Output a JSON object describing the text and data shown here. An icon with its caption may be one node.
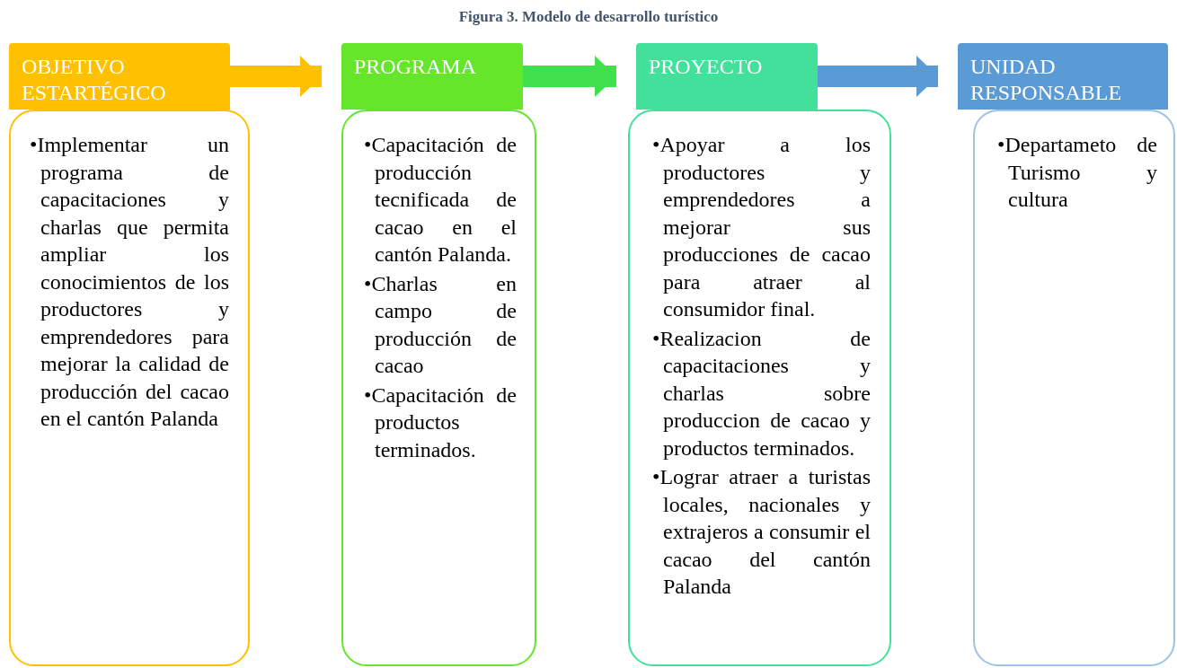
{
  "diagram": {
    "title": "Figura 3. Modelo de desarrollo turístico",
    "nodes": [
      {
        "text": [
          "OBJETIVO ESTARTÉGICO"
        ]
      },
      {
        "text": [
          "•Implementar un programa de capacitaciones y charlas que permita ampliar los conocimientos de los productores y emprendedores para mejorar la calidad de producción del cacao en el cantón Palanda"
        ]
      },
      {
        "text": [
          "PROGRAMA"
        ]
      },
      {
        "text": [
          "•Capacitación de producción tecnificada de cacao en el cantón Palanda.",
          "•Charlas en campo de producción de cacao",
          "•Capacitación de productos terminados."
        ]
      },
      {
        "text": [
          "PROYECTO"
        ]
      },
      {
        "text": [
          "•Apoyar a los productores y emprendedores a mejorar sus producciones de cacao para atraer al consumidor final.",
          "•Realizacion de capacitaciones y charlas sobre produccion de cacao y productos terminados.",
          "•Lograr atraer a turistas locales, nacionales y extrajeros a consumir el cacao del cantón Palanda"
        ]
      },
      {
        "text": [
          "UNIDAD RESPONSABLE"
        ]
      },
      {
        "text": [
          "•Departameto de Turismo y cultura"
        ]
      }
    ],
    "edges": [
      {
        "from": 0,
        "to": 2,
        "arrow": "to",
        "color": "#ffc000"
      },
      {
        "from": 2,
        "to": 4,
        "arrow": "to",
        "color": "#3fe04c"
      },
      {
        "from": 4,
        "to": 6,
        "arrow": "to",
        "color": "#5b9bd5"
      }
    ]
  }
}
